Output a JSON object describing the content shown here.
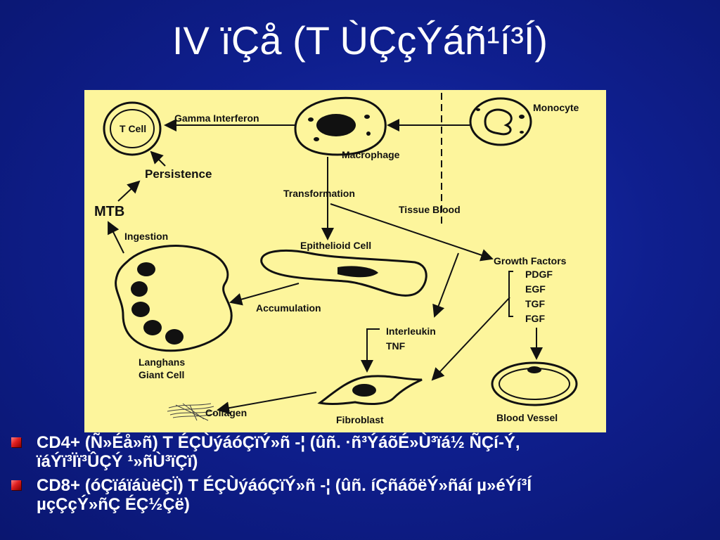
{
  "slide": {
    "title": "IV ïÇå (T ÙÇçÝáñ¹í³Í)"
  },
  "diagram": {
    "labels": {
      "t_cell": "T Cell",
      "gamma_interferon": "Gamma Interferon",
      "macrophage": "Macrophage",
      "monocyte": "Monocyte",
      "persistence": "Persistence",
      "mtb": "MTB",
      "transformation": "Transformation",
      "tissue_blood": "Tissue  Blood",
      "ingestion": "Ingestion",
      "epithelioid_cell": "Epithelioid Cell",
      "growth_factors": "Growth Factors",
      "pdgf": "PDGF",
      "egf": "EGF",
      "tgf": "TGF",
      "fgf": "FGF",
      "accumulation": "Accumulation",
      "interleukin": "Interleukin",
      "tnf": "TNF",
      "langhans": "Langhans",
      "giant_cell": "Giant Cell",
      "collagen": "Collagen",
      "fibroblast": "Fibroblast",
      "blood_vessel": "Blood Vessel"
    }
  },
  "bullets": [
    {
      "line1": "CD4+ (Ñ»Éå»ñ) T ÉÇÙýáóÇïÝ»ñ -¦ (ûñ. ·ñ³ÝáõÉ»Ù³ïá½ ÑÇí-Ý,",
      "line2": "ïáÝï³Ïï³ÛÇÝ ¹»ñÙ³ïÇï)"
    },
    {
      "line1": "CD8+ (óÇïáïáùëÇÏ) T ÉÇÙýáóÇïÝ»ñ -¦ (ûñ. íÇñáõëÝ»ñáí µ»éÝí³Í",
      "line2": "µçÇçÝ»ñÇ ÉÇ½Çë)"
    }
  ],
  "colors": {
    "background": "#0f1f8f",
    "figure_background": "#fdf59c",
    "bullet_marker": "#e02020",
    "text": "#ffffff"
  }
}
